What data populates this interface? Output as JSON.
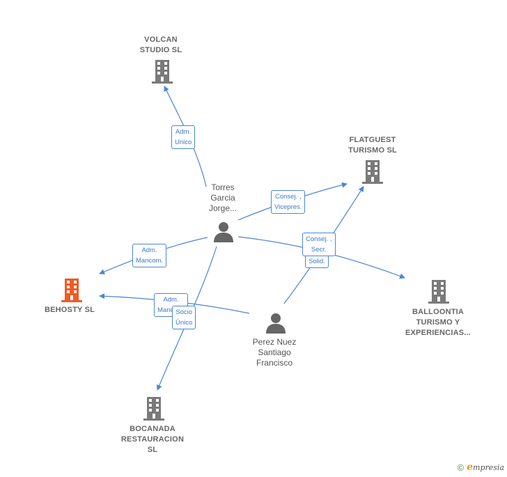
{
  "colors": {
    "edge": "#4a86d4",
    "company": "#7a7a7a",
    "company_focus": "#f15a24",
    "person": "#666666"
  },
  "nodes": {
    "volcan": {
      "lines": [
        "VOLCAN",
        "STUDIO  SL"
      ],
      "icon": "building-icon"
    },
    "flatguest": {
      "lines": [
        "FLATGUEST",
        "TURISMO  SL"
      ],
      "icon": "building-icon"
    },
    "behosty": {
      "lines": [
        "BEHOSTY  SL"
      ],
      "icon": "building-icon"
    },
    "balloontia": {
      "lines": [
        "BALLOONTIA",
        "TURISMO Y",
        "EXPERIENCIAS..."
      ],
      "icon": "building-icon"
    },
    "bocanada": {
      "lines": [
        "BOCANADA",
        "RESTAURACION",
        "SL"
      ],
      "icon": "building-icon"
    },
    "torres": {
      "lines": [
        "Torres",
        "Garcia",
        "Jorge..."
      ],
      "icon": "person-icon"
    },
    "perez": {
      "lines": [
        "Perez Nuez",
        "Santiago",
        "Francisco"
      ],
      "icon": "person-icon"
    }
  },
  "roles": {
    "adm_unico": [
      "Adm.",
      "Unico"
    ],
    "consej_vicepres": [
      "Consej. ,",
      "Vicepres."
    ],
    "adm_mancom_torres": [
      "Adm.",
      "Mancom."
    ],
    "adm_mancom_perez": [
      "Adm.",
      "Mancom."
    ],
    "socio_unico": [
      "Socio",
      "Único"
    ],
    "consej_secr_solid_top": [
      "Consej. ,",
      "Secr."
    ],
    "consej_secr_solid_bottom": [
      "Solid."
    ]
  },
  "footer": {
    "copyright": "©",
    "brand_initial": "e",
    "brand_rest": "mpresia"
  }
}
